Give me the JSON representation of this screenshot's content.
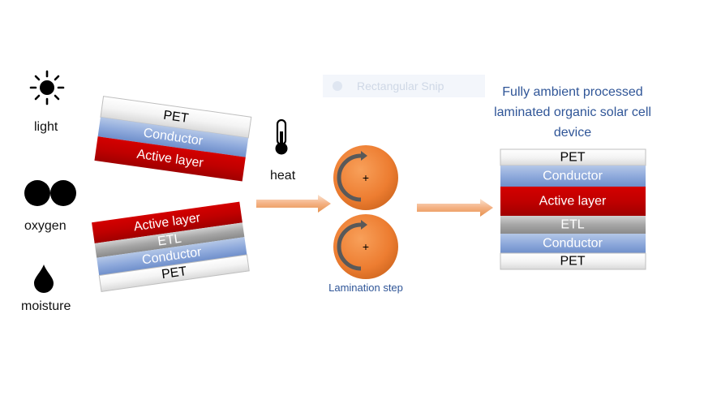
{
  "labels": {
    "light": "light",
    "oxygen": "oxygen",
    "moisture": "moisture",
    "heat": "heat",
    "lamination_step": "Lamination step",
    "roller_plus_top": "+",
    "roller_plus_bottom": "+"
  },
  "ghost_overlay": "Rectangular Snip",
  "title_lines": [
    "Fully ambient processed",
    "laminated organic solar cell",
    "device"
  ],
  "stack_top": {
    "pet": "PET",
    "conductor": "Conductor",
    "active": "Active layer"
  },
  "stack_bottom": {
    "active": "Active layer",
    "etl": "ETL",
    "conductor": "Conductor",
    "pet": "PET"
  },
  "stack_final": {
    "pet_top": "PET",
    "conductor_top": "Conductor",
    "active": "Active layer",
    "etl": "ETL",
    "conductor_bottom": "Conductor",
    "pet_bottom": "PET"
  },
  "colors": {
    "pet": "#f2f2f2",
    "conductor": "#8faadc",
    "active": "#c00000",
    "etl": "#a6a6a6",
    "roller": "#ed7d31",
    "arrow": "#f4b183",
    "title": "#2f5597"
  },
  "icons": [
    "sun-icon",
    "oxygen-molecule-icon",
    "water-drop-icon",
    "thermometer-icon"
  ]
}
